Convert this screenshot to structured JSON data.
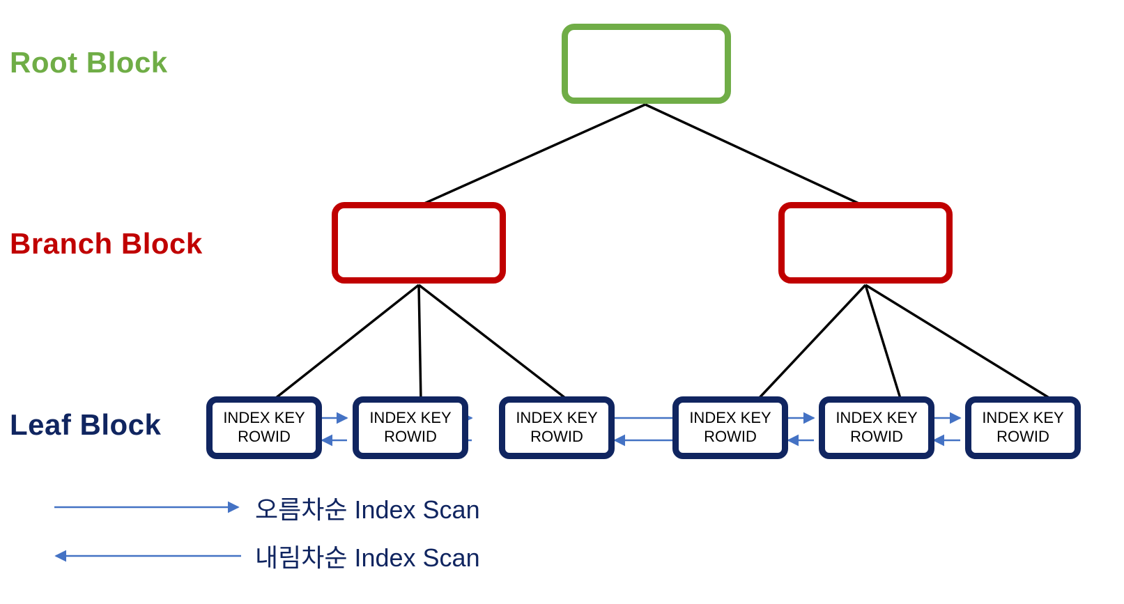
{
  "diagram": {
    "title_labels": {
      "root": "Root Block",
      "branch": "Branch Block",
      "leaf": "Leaf Block"
    },
    "colors": {
      "root_border": "#70AD47",
      "branch_border": "#C00000",
      "leaf_border": "#102560",
      "connector_line": "#000000",
      "scan_arrow": "#4472C4",
      "leaf_text": "#000000",
      "legend_text": "#102560",
      "background": "#FFFFFF"
    },
    "root_block": {
      "label": "",
      "children_count": 2
    },
    "branch_blocks": [
      {
        "label": "",
        "children_count": 3
      },
      {
        "label": "",
        "children_count": 3
      }
    ],
    "leaf_blocks": [
      {
        "line1": "INDEX KEY",
        "line2": "ROWID"
      },
      {
        "line1": "INDEX KEY",
        "line2": "ROWID"
      },
      {
        "line1": "INDEX KEY",
        "line2": "ROWID"
      },
      {
        "line1": "INDEX KEY",
        "line2": "ROWID"
      },
      {
        "line1": "INDEX KEY",
        "line2": "ROWID"
      },
      {
        "line1": "INDEX KEY",
        "line2": "ROWID"
      }
    ],
    "legend": [
      {
        "direction": "right",
        "label": "오름차순 Index Scan"
      },
      {
        "direction": "left",
        "label": "내림차순 Index Scan"
      }
    ]
  }
}
